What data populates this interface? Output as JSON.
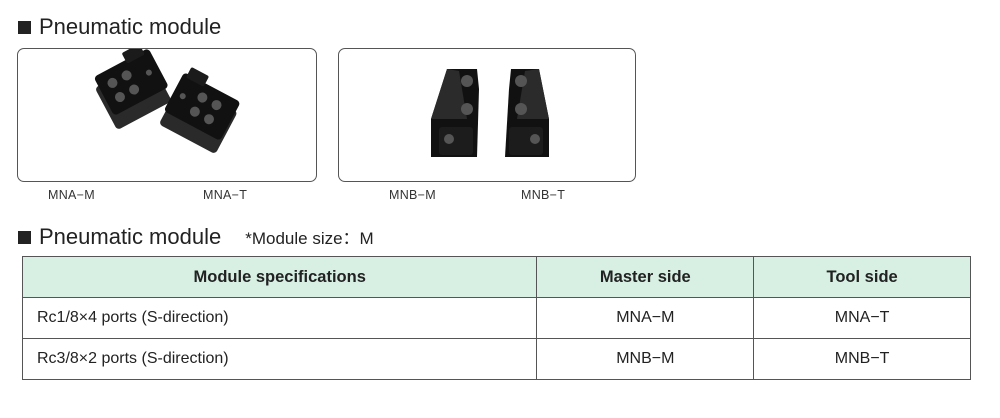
{
  "section1": {
    "title": "Pneumatic module"
  },
  "photos": [
    {
      "captions": [
        "MNA−M",
        "MNA−T"
      ]
    },
    {
      "captions": [
        "MNB−M",
        "MNB−T"
      ]
    }
  ],
  "section2": {
    "title": "Pneumatic module",
    "note": "*Module size：M"
  },
  "table": {
    "headers": [
      "Module specifications",
      "Master side",
      "Tool side"
    ],
    "rows": [
      [
        "Rc1/8×4 ports (S-direction)",
        "MNA−M",
        "MNA−T"
      ],
      [
        "Rc3/8×2 ports (S-direction)",
        "MNB−M",
        "MNB−T"
      ]
    ]
  },
  "colors": {
    "header_bg": "#d7f0e3",
    "border": "#555555",
    "part": "#111111"
  }
}
